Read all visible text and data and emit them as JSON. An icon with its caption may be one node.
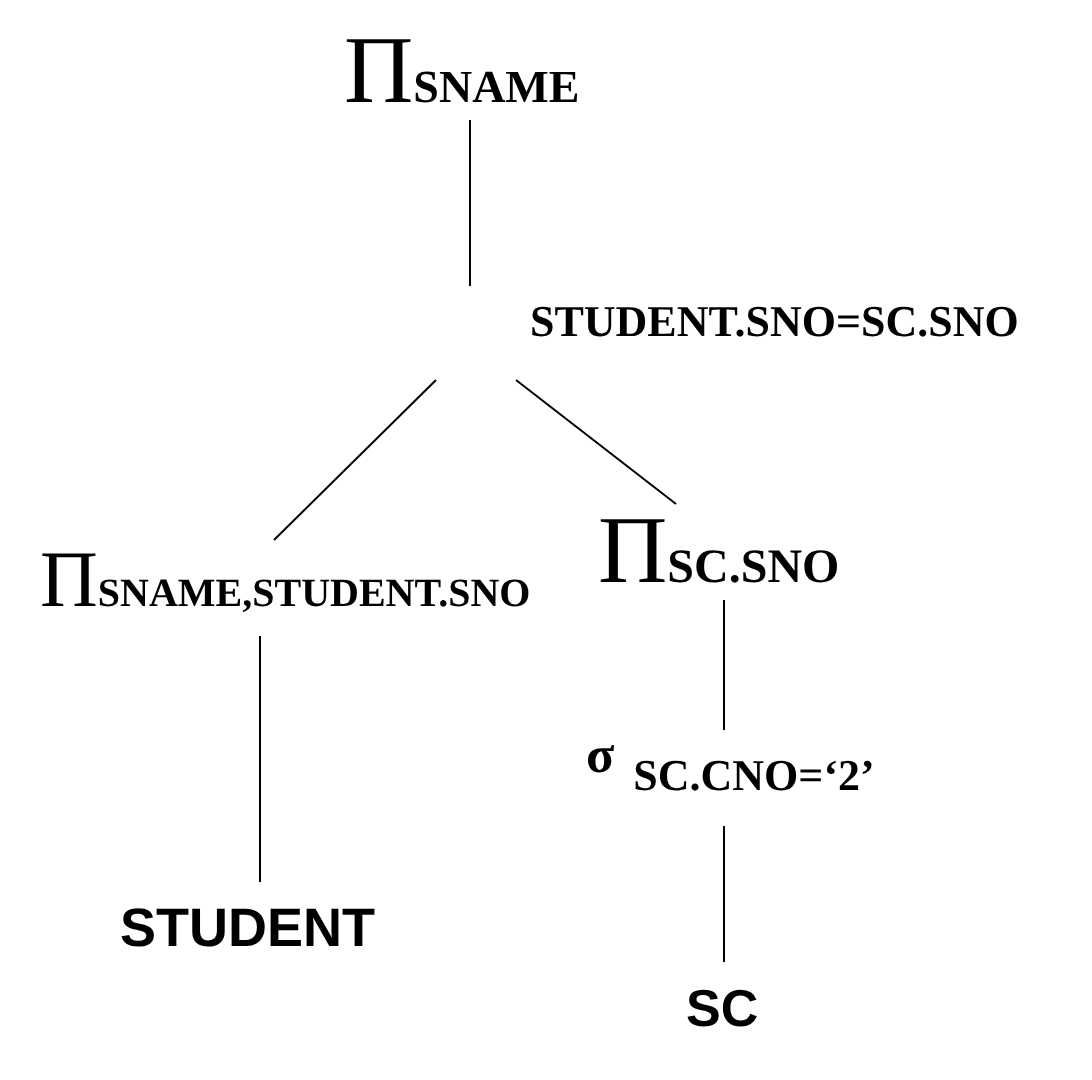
{
  "diagram": {
    "nodes": [
      {
        "text": [
          "Π$_{SNAME}$"
        ]
      },
      {
        "text": [
          "STUDENT.SNO=SC.SNO"
        ]
      },
      {
        "text": [
          "Π$_{SNAME,STUDENT.SNO}$"
        ]
      },
      {
        "text": [
          "Π$_{SC.SNO}$"
        ]
      },
      {
        "text": [
          "σ $_{SC.CNO=‘2’}$"
        ]
      },
      {
        "text": [
          "STUDENT"
        ]
      },
      {
        "text": [
          "SC"
        ]
      }
    ],
    "edges": [
      {
        "from": 0,
        "to": 1,
        "arrow": "none"
      },
      {
        "from": 1,
        "to": 2,
        "arrow": "none"
      },
      {
        "from": 1,
        "to": 3,
        "arrow": "none"
      },
      {
        "from": 2,
        "to": 5,
        "arrow": "none"
      },
      {
        "from": 3,
        "to": 4,
        "arrow": "none"
      },
      {
        "from": 4,
        "to": 6,
        "arrow": "none"
      }
    ]
  }
}
